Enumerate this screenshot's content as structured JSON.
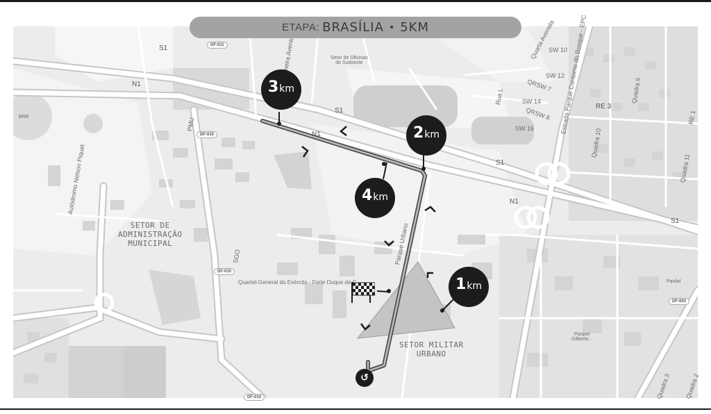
{
  "banner": {
    "prefix": "ETAPA:",
    "city": "BRASÍLIA",
    "separator": "•",
    "distance": "5KM"
  },
  "km_unit": "km",
  "markers": [
    {
      "id": "km-1",
      "number": "1"
    },
    {
      "id": "km-2",
      "number": "2"
    },
    {
      "id": "km-3",
      "number": "3"
    },
    {
      "id": "km-4",
      "number": "4"
    }
  ],
  "areas": {
    "admin": "SETOR DE\nADMINISTRAÇÃO\nMUNICIPAL",
    "military": "SETOR MILITAR\nURBANO"
  },
  "road_labels": {
    "s1_top_left": "S1",
    "n1_left": "N1",
    "s1_middle": "S1",
    "n1_middle": "N1",
    "s1_right": "S1",
    "n1_right": "N1",
    "s1_far_right": "S1",
    "autodromo": "Autódromo Nelson Piquet",
    "quartel": "Quartel-General do Exército - Forte Duque de C...",
    "quarta_avenida": "Quarta Avenida",
    "primeira_avenida": "Primeira Avenida",
    "estrada_parque": "Estrada Parque Contorno do Bosque - EPC",
    "setor_oficinas": "Setor de Oficinas\ndo Sudoeste",
    "rua_l": "Rua L",
    "sw10": "SW 10",
    "sw12": "SW 12",
    "qrsw7": "QRSW 7",
    "sw14": "SW 14",
    "qrsw8": "QRSW 8",
    "sw16": "SW 16",
    "re3": "RE 3",
    "re1": "RE 1",
    "quadra5": "Quadra 5",
    "quadra10": "Quadra 10",
    "quadra11": "Quadra 11",
    "quadra3": "Quadra 3",
    "quadra2": "Quadra 2",
    "pmu": "PMU",
    "sgo": "SGO",
    "parque_urbano": "Parque Urbano",
    "parque_gilberto": "Parque\nGilberto...",
    "pardal": "Pardal",
    "brb": "BRB"
  },
  "shields": {
    "df011": "DF-011",
    "df010_a": "DF-010",
    "df010_b": "DF-010",
    "df010_c": "DF-010",
    "df003": "DF-003"
  },
  "icons": {
    "turn": "u-turn-icon",
    "finish": "checkered-flag-icon",
    "chevron": "direction-chevron-icon"
  },
  "colors": {
    "route": "#4d4d4d",
    "marker": "#1c1c1c",
    "banner": "#a3a3a3",
    "military_zone": "#c4c4c4"
  }
}
